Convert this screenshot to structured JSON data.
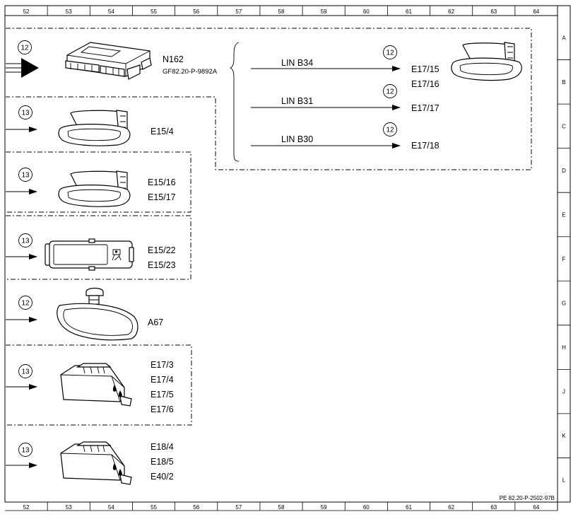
{
  "rulers": {
    "columns": [
      "52",
      "53",
      "54",
      "55",
      "56",
      "57",
      "58",
      "59",
      "60",
      "61",
      "62",
      "63",
      "64"
    ],
    "rows": [
      "A",
      "B",
      "C",
      "D",
      "E",
      "F",
      "G",
      "H",
      "J",
      "K",
      "L"
    ]
  },
  "components": {
    "n162": {
      "code": "N162",
      "ref": "GF82.20-P-9892A",
      "bubble": "12"
    },
    "e17_15": {
      "bubble": "12",
      "labels": [
        "E17/15",
        "E17/16"
      ]
    },
    "e15_4": {
      "bubble": "13",
      "labels": [
        "E15/4"
      ]
    },
    "e15_16": {
      "bubble": "13",
      "labels": [
        "E15/16",
        "E15/17"
      ]
    },
    "e15_22": {
      "bubble": "13",
      "labels": [
        "E15/22",
        "E15/23"
      ]
    },
    "a67": {
      "bubble": "12",
      "labels": [
        "A67"
      ]
    },
    "e17_3": {
      "bubble": "13",
      "labels": [
        "E17/3",
        "E17/4",
        "E17/5",
        "E17/6"
      ]
    },
    "e18_4": {
      "bubble": "13",
      "labels": [
        "E18/4",
        "E18/5",
        "E40/2"
      ]
    }
  },
  "lin": {
    "b34": {
      "label": "LIN B34",
      "bubble": "12"
    },
    "b31": {
      "label": "LIN B31",
      "bubble": "12",
      "target": "E17/17"
    },
    "b30": {
      "label": "LIN B30",
      "bubble": "12",
      "target": "E17/18"
    }
  },
  "doc_ref": "PE 82.20-P-2502-97B"
}
